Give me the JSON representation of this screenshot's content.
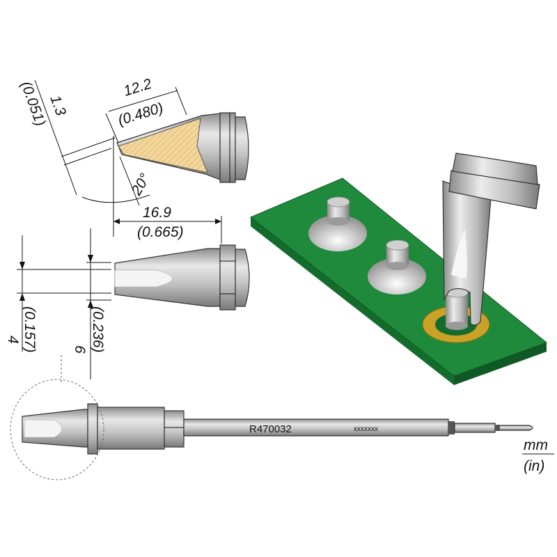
{
  "dimensions": {
    "chisel_thickness": {
      "mm": "1.3",
      "in": "(0.051)"
    },
    "chisel_length": {
      "mm": "12.2",
      "in": "(0.480)"
    },
    "angle": "20°",
    "tip_length": {
      "mm": "16.9",
      "in": "(0.665)"
    },
    "inner_width": {
      "mm": "4",
      "in": "(0.157)"
    },
    "outer_width": {
      "mm": "6",
      "in": "(0.236)"
    }
  },
  "part": {
    "number": "R470032",
    "batch": "xxxxxxx"
  },
  "units": {
    "primary": "mm",
    "secondary": "(in)"
  },
  "colors": {
    "pcb": "#1f8a3c",
    "pad": "#c9a227",
    "hatch": "#f3d69a",
    "metal": "#b9b9b9"
  }
}
